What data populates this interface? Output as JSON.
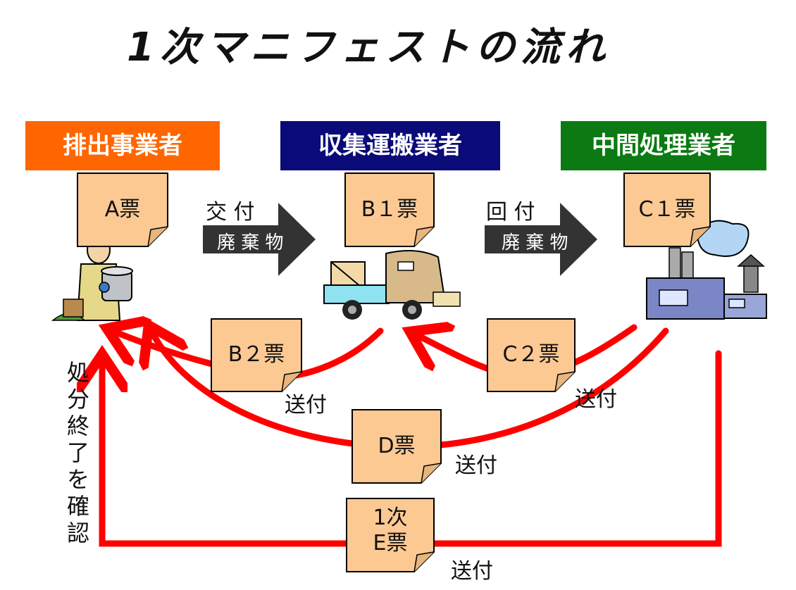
{
  "title": "1次マニフェストの流れ",
  "colors": {
    "role_1": "#ff6600",
    "role_2": "#0a0a78",
    "role_3": "#0b7a12",
    "slip_fill": "#fcc993",
    "flow_red": "#ff0000",
    "arrow_dark": "#333333"
  },
  "roles": [
    {
      "label": "排出事業者"
    },
    {
      "label": "収集運搬業者"
    },
    {
      "label": "中間処理業者"
    }
  ],
  "slips": {
    "a": "A票",
    "b1": "B１票",
    "c1": "C１票",
    "b2": "B２票",
    "c2": "C２票",
    "d": "D票",
    "e_line1": "1次",
    "e_line2": "E票"
  },
  "transfers": [
    {
      "action": "交 付",
      "item": "廃 棄 物"
    },
    {
      "action": "回 付",
      "item": "廃 棄 物"
    }
  ],
  "send_label": "送付",
  "confirm_text": [
    "処",
    "分",
    "終",
    "了",
    "を",
    "確",
    "認"
  ]
}
